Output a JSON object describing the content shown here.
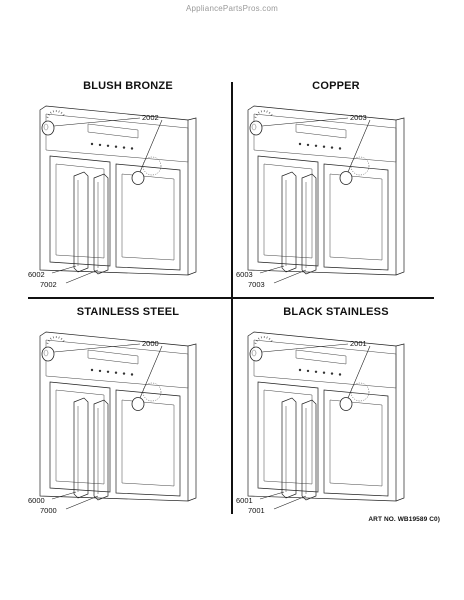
{
  "watermark": "AppliancePartsPros.com",
  "panels": [
    {
      "title": "BLUSH BRONZE",
      "knob_part": "2002",
      "handle_part_a": "6002",
      "handle_part_b": "7002"
    },
    {
      "title": "COPPER",
      "knob_part": "2003",
      "handle_part_a": "6003",
      "handle_part_b": "7003"
    },
    {
      "title": "STAINLESS STEEL",
      "knob_part": "2000",
      "handle_part_a": "6000",
      "handle_part_b": "7000"
    },
    {
      "title": "BLACK STAINLESS",
      "knob_part": "2001",
      "handle_part_a": "6001",
      "handle_part_b": "7001"
    }
  ],
  "art_number": "ART NO. WB19589 C0)"
}
